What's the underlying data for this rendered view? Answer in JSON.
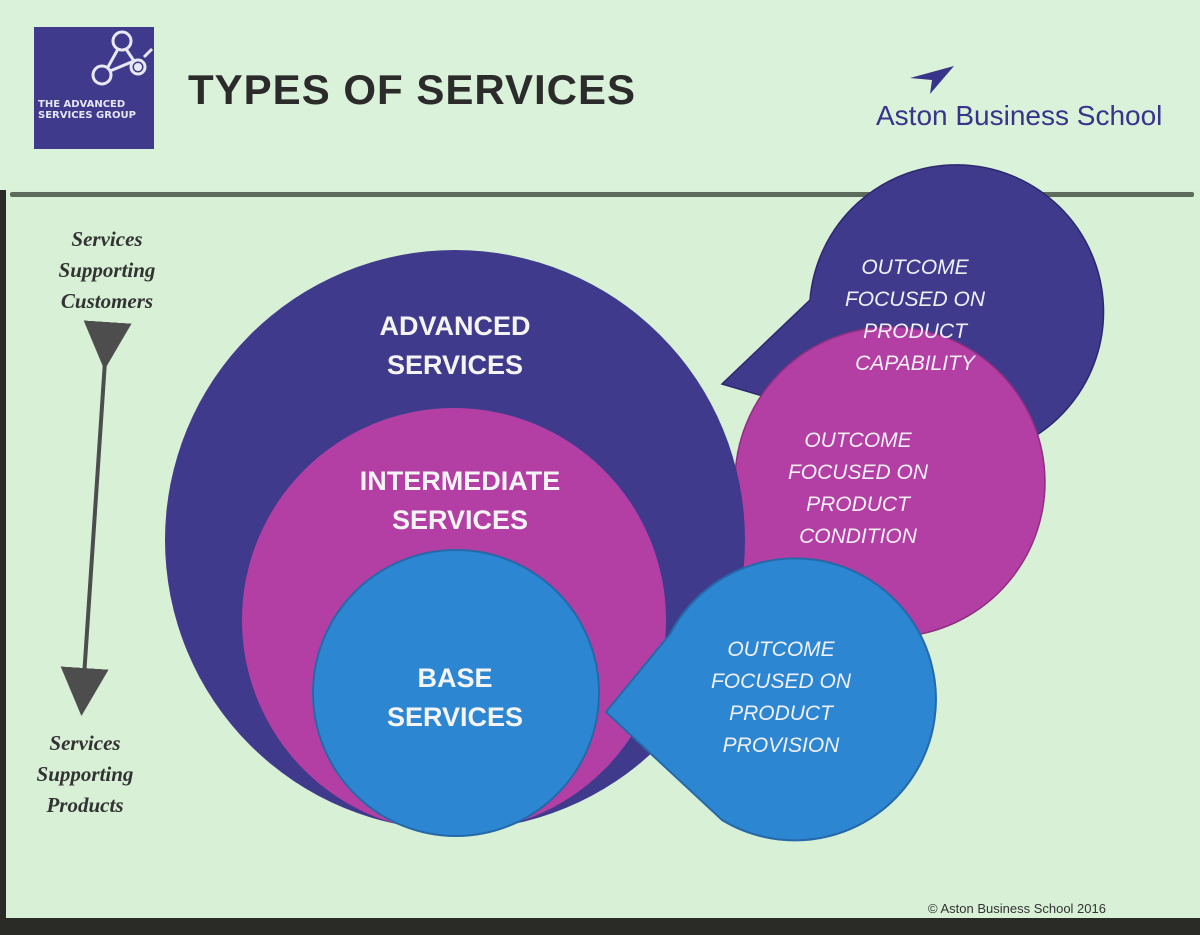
{
  "slide": {
    "title": "TYPES OF SERVICES",
    "brand_name": "Aston Business School",
    "copyright": "© Aston Business School 2016",
    "logo_text": "The Advanced Services Group"
  },
  "axis": {
    "top_label": "Services Supporting Customers",
    "bottom_label": "Services Supporting Products"
  },
  "circles": {
    "advanced": "ADVANCED SERVICES",
    "intermediate": "INTERMEDIATE SERVICES",
    "base": "BASE SERVICES"
  },
  "outcomes": {
    "capability": "OUTCOME FOCUSED ON PRODUCT CAPABILITY",
    "condition": "OUTCOME FOCUSED ON PRODUCT CONDITION",
    "provision": "OUTCOME FOCUSED ON PRODUCT PROVISION"
  },
  "colors": {
    "advanced": "#3f3a8c",
    "intermediate": "#b43fa4",
    "base": "#2c86d2",
    "background": "#d7f0d6"
  }
}
